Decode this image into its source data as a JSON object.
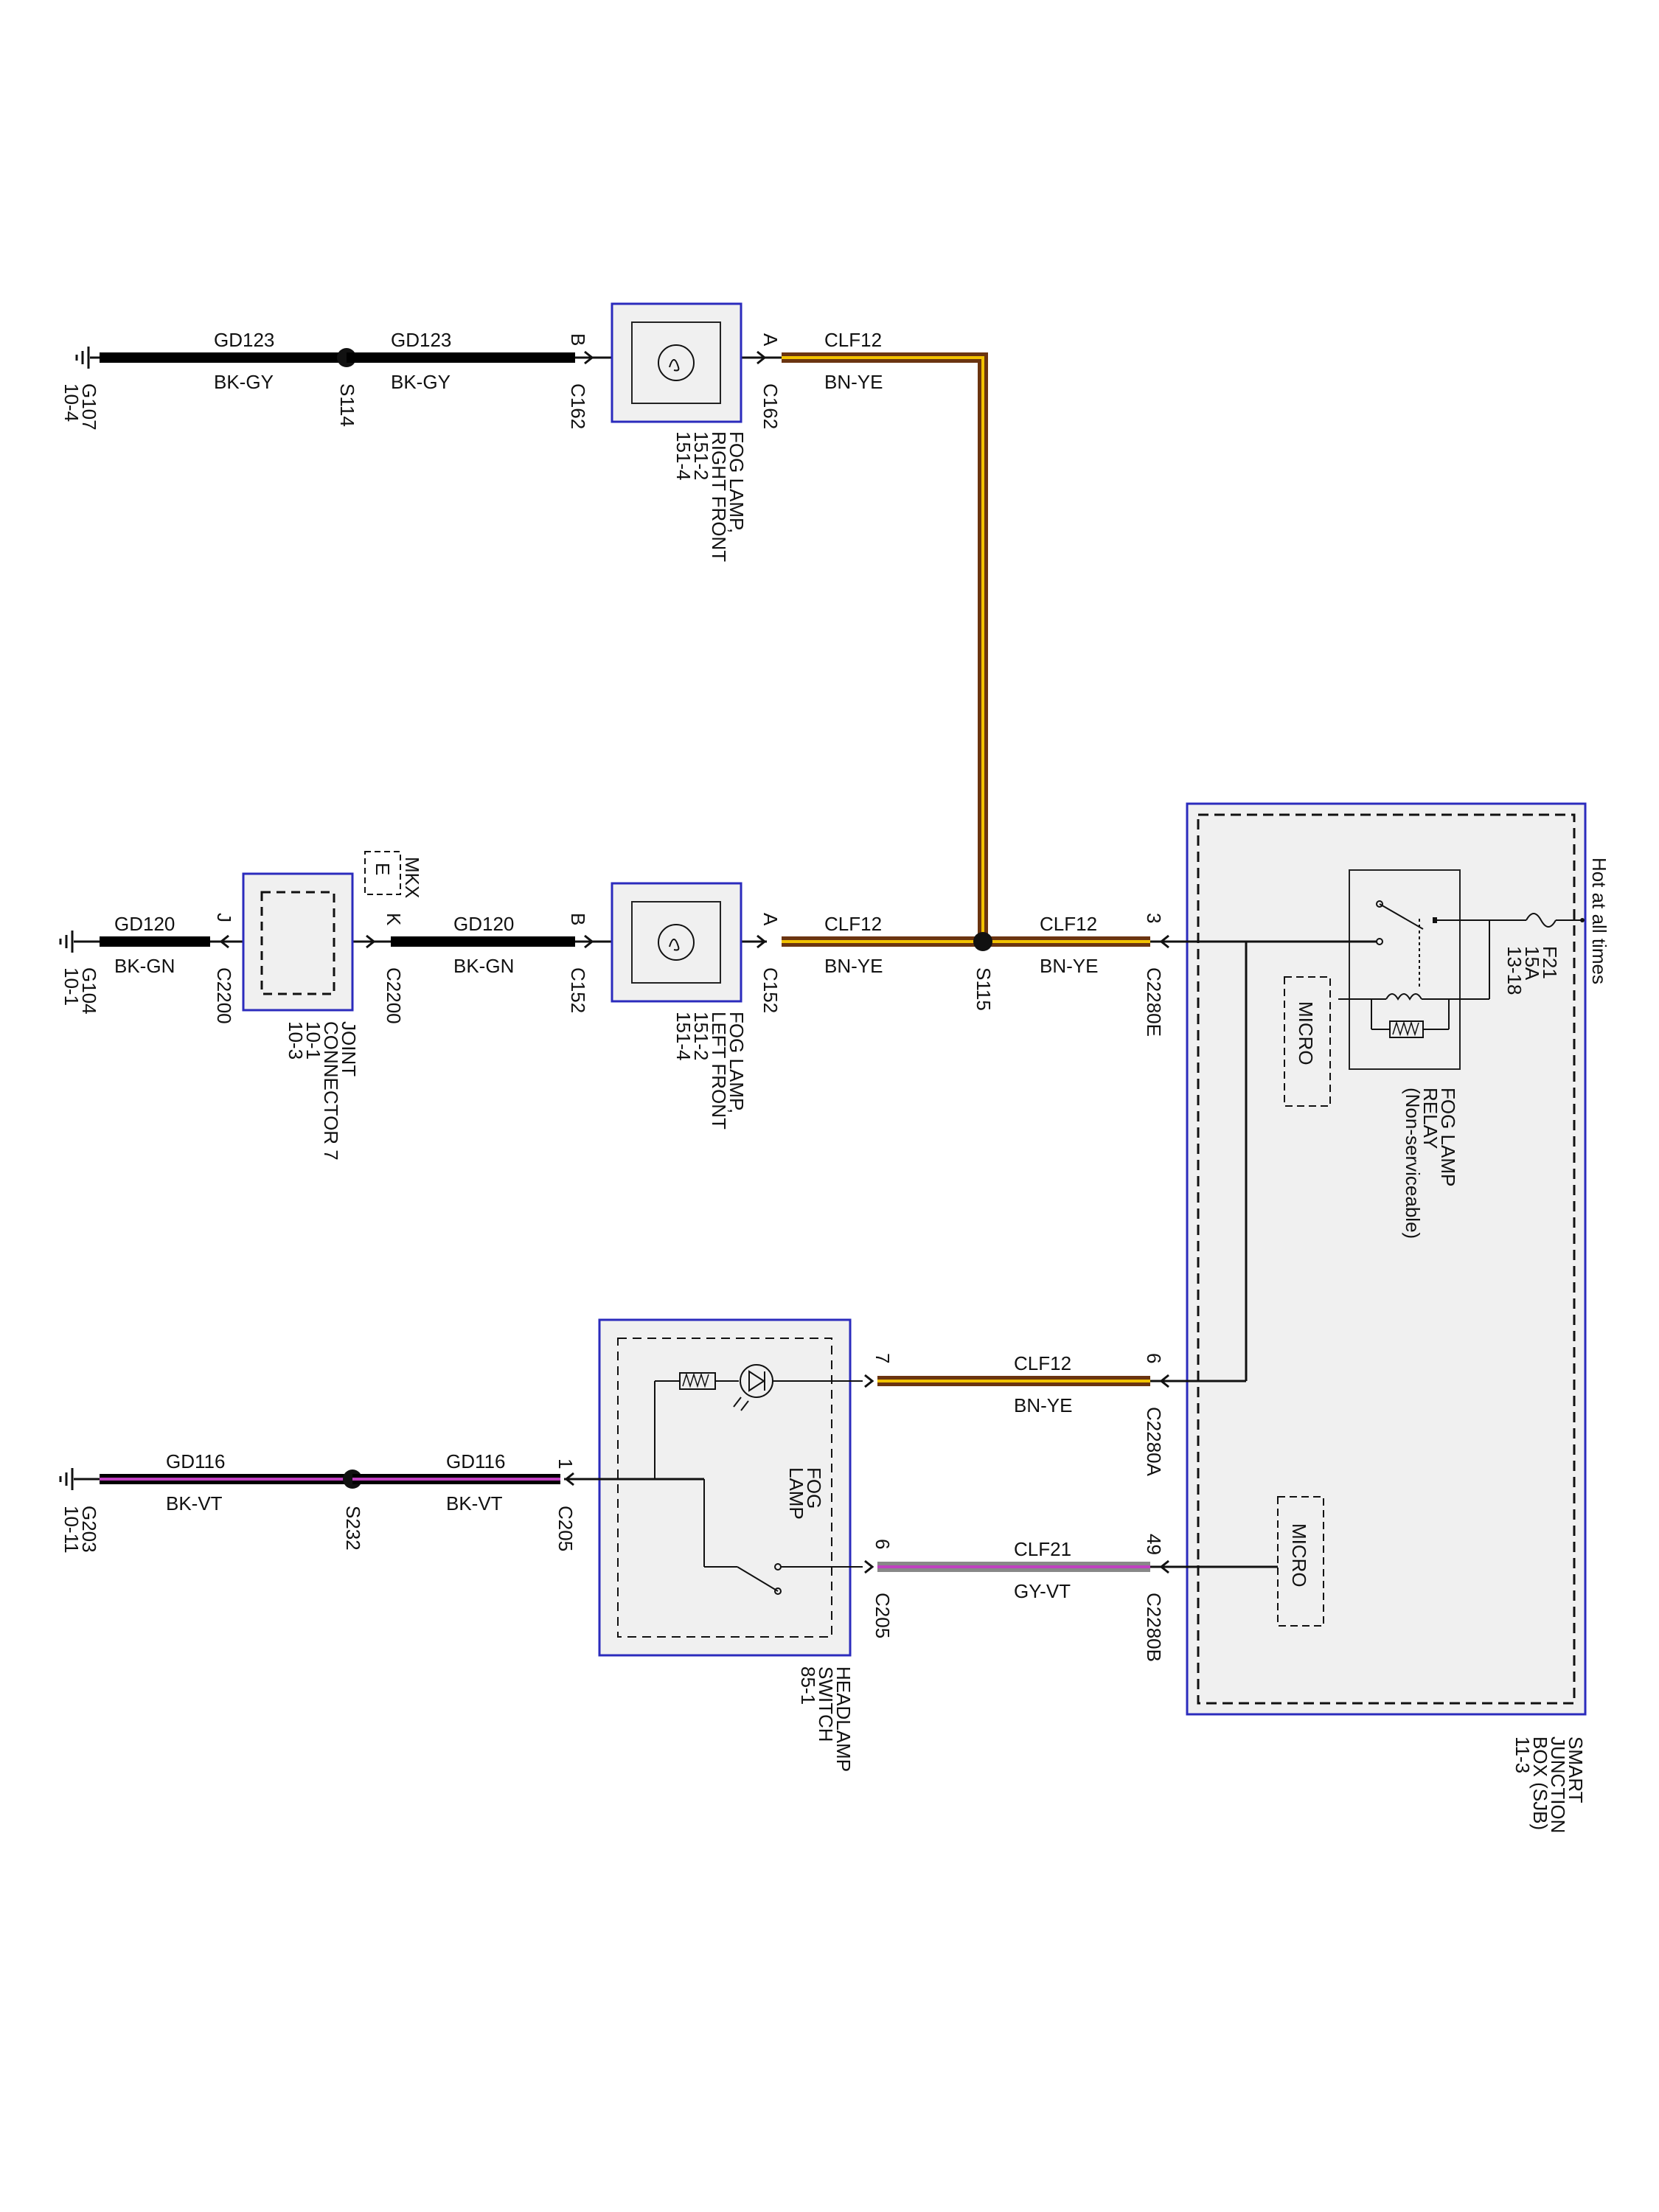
{
  "header": {
    "hot": "Hot at all times"
  },
  "fuse": {
    "name": "F21",
    "rating": "15A",
    "ref": "13-18"
  },
  "relay": {
    "line1": "FOG LAMP",
    "line2": "RELAY",
    "line3": "(Non-serviceable)"
  },
  "sjb": {
    "line1": "SMART",
    "line2": "JUNCTION",
    "line3": "BOX (SJB)",
    "line4": "11-3"
  },
  "micro_label": "MICRO",
  "fog_right": {
    "line1": "FOG LAMP,",
    "line2": "RIGHT FRONT",
    "line3": "151-2",
    "line4": "151-4"
  },
  "fog_left": {
    "line1": "FOG LAMP,",
    "line2": "LEFT FRONT",
    "line3": "151-2",
    "line4": "151-4"
  },
  "joint": {
    "line1": "JOINT",
    "line2": "CONNECTOR 7",
    "line3": "10-1",
    "line4": "10-3"
  },
  "mkx": {
    "label": "MKX",
    "pin": "E"
  },
  "headlamp": {
    "line1": "HEADLAMP",
    "line2": "SWITCH",
    "line3": "85-1",
    "inner1": "FOG",
    "inner2": "LAMP"
  },
  "grounds": {
    "g107": {
      "name": "G107",
      "ref": "10-4"
    },
    "g104": {
      "name": "G104",
      "ref": "10-1"
    },
    "g203": {
      "name": "G203",
      "ref": "10-11"
    }
  },
  "splices": {
    "s114": "S114",
    "s115": "S115",
    "s232": "S232"
  },
  "connectors": {
    "c162": "C162",
    "c152": "C152",
    "c2200": "C2200",
    "c2280e": "C2280E",
    "c2280a": "C2280A",
    "c2280b": "C2280B",
    "c205": "C205"
  },
  "pins": {
    "a": "A",
    "b": "B",
    "j": "J",
    "k": "K",
    "p3": "3",
    "p6": "6",
    "p7": "7",
    "p49": "49",
    "p1": "1"
  },
  "wires": {
    "gd123": {
      "circuit": "GD123",
      "color": "BK-GY"
    },
    "gd120": {
      "circuit": "GD120",
      "color": "BK-GN"
    },
    "gd116": {
      "circuit": "GD116",
      "color": "BK-VT"
    },
    "clf12": {
      "circuit": "CLF12",
      "color": "BN-YE"
    },
    "clf21": {
      "circuit": "CLF21",
      "color": "GY-VT"
    }
  },
  "colors": {
    "black": "#000000",
    "brown": "#6b3410",
    "yellow": "#f2c200",
    "violet": "#c040c0",
    "gray": "#888888",
    "box_border": "#2b2bbd",
    "box_fill": "#f0f0f0"
  }
}
